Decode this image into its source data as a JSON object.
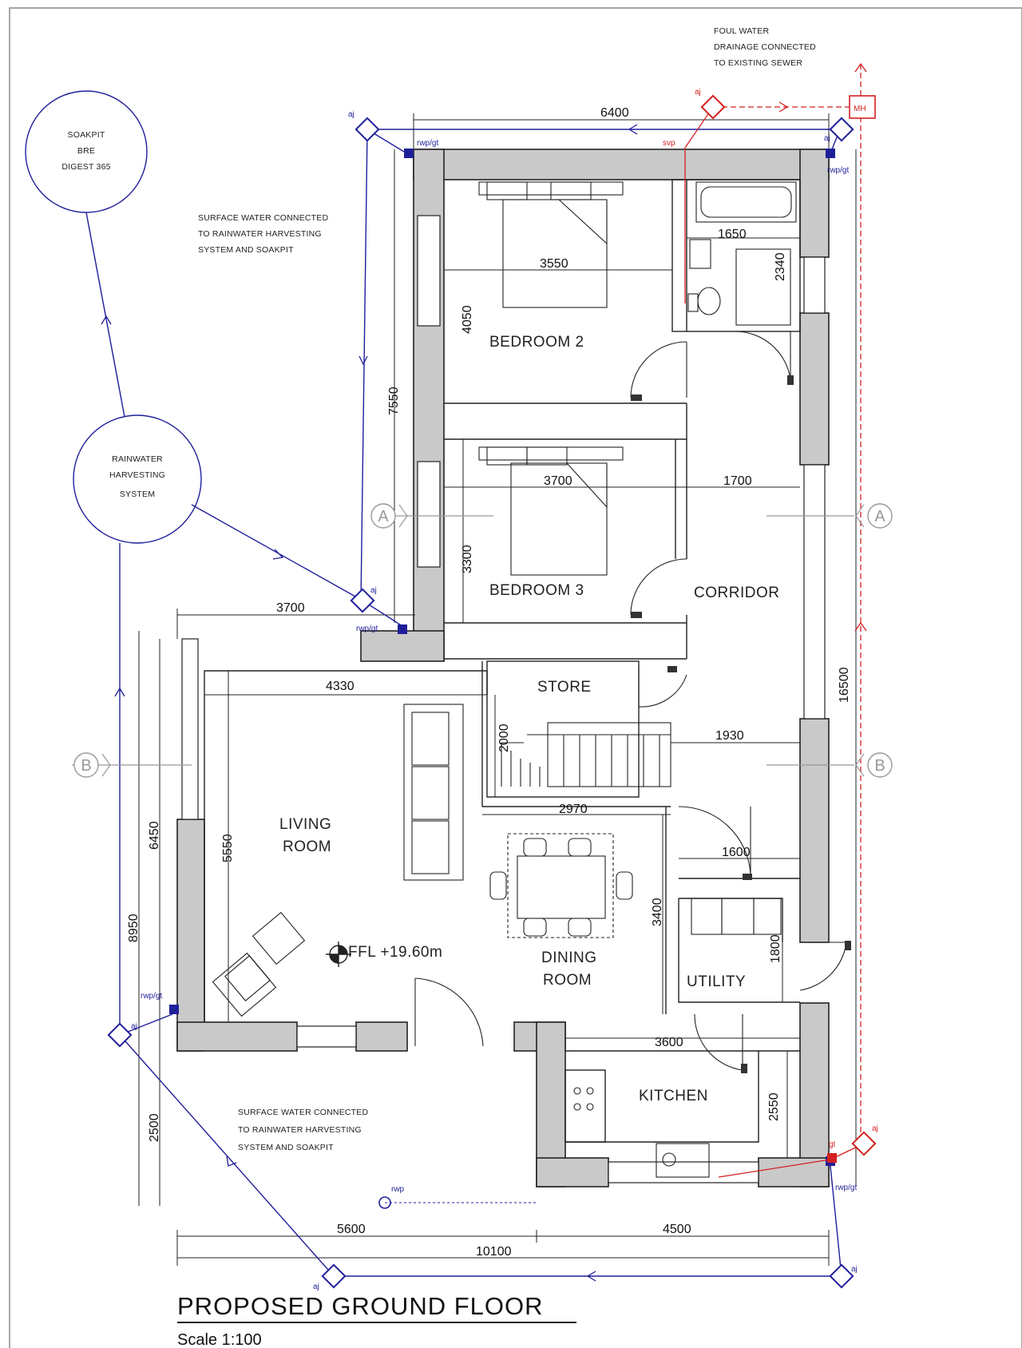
{
  "drawing": {
    "title": "PROPOSED GROUND FLOOR",
    "scale": "Scale 1:100",
    "ffl": "FFL +19.60m"
  },
  "rooms": {
    "bedroom2": "BEDROOM 2",
    "bedroom3": "BEDROOM 3",
    "corridor": "CORRIDOR",
    "store": "STORE",
    "living_line1": "LIVING",
    "living_line2": "ROOM",
    "dining_line1": "DINING",
    "dining_line2": "ROOM",
    "utility": "UTILITY",
    "kitchen": "KITCHEN"
  },
  "notes": {
    "soakpit": [
      "SOAKPIT",
      "BRE",
      "DIGEST 365"
    ],
    "rainwater": [
      "RAINWATER",
      "HARVESTING",
      "SYSTEM"
    ],
    "surface_top": [
      "SURFACE WATER CONNECTED",
      "TO RAINWATER HARVESTING",
      "SYSTEM AND SOAKPIT"
    ],
    "surface_bottom": [
      "SURFACE WATER CONNECTED",
      "TO RAINWATER HARVESTING",
      "SYSTEM AND SOAKPIT"
    ],
    "foul": [
      "FOUL WATER",
      "DRAINAGE CONNECTED",
      "TO EXISTING SEWER"
    ]
  },
  "tags": {
    "rwp_gt": "rwp/gt",
    "rwp": "rwp",
    "gt": "gt",
    "svp": "svp",
    "aj": "aj",
    "mh": "MH"
  },
  "sections": {
    "a": "A",
    "b": "B"
  },
  "dimensions": {
    "d6400": "6400",
    "d1650": "1650",
    "d3550": "3550",
    "d2340": "2340",
    "d4050": "4050",
    "d7550": "7550",
    "d3700_bed3": "3700",
    "d1700": "1700",
    "d3300": "3300",
    "d3700_living": "3700",
    "d4330": "4330",
    "d2000": "2000",
    "d1930": "1930",
    "d16500": "16500",
    "d2970": "2970",
    "d1600": "1600",
    "d5550": "5550",
    "d6450": "6450",
    "d8950": "8950",
    "d3400": "3400",
    "d1800": "1800",
    "d3600": "3600",
    "d2550": "2550",
    "d2500": "2500",
    "d5600": "5600",
    "d4500": "4500",
    "d10100": "10100"
  },
  "colors": {
    "wall": "#c9c9c9",
    "line": "#222222",
    "surface_water": "#1f1f9a",
    "foul_water": "#d42020",
    "section_marker": "#999999"
  }
}
